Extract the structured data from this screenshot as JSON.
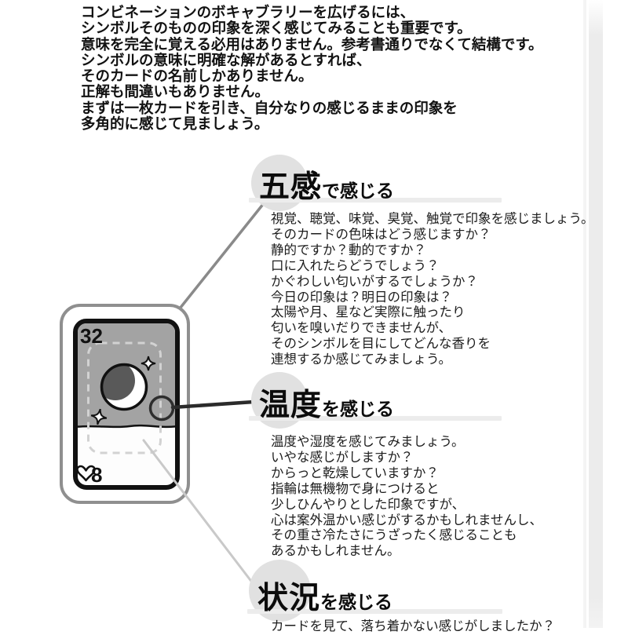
{
  "intro": {
    "lines": [
      "コンビネーションのボキャブラリーを広げるには、",
      "シンボルそのものの印象を深く感じてみることも重要です。",
      "意味を完全に覚える必用はありません。参考書通りでなくて結構です。",
      "シンボルの意味に明確な解があるとすれば、",
      "そのカードの名前しかありません。",
      "正解も間違いもありません。",
      "まずは一枚カードを引き、自分なりの感じるままの印象を",
      "多角的に感じて見ましょう。"
    ]
  },
  "sections": [
    {
      "title_main": "五感",
      "title_suffix": "で感じる",
      "lines": [
        "視覚、聴覚、味覚、臭覚、触覚で印象を感じましょう。",
        "そのカードの色味はどう感じますか？",
        "静的ですか？動的ですか？",
        "口に入れたらどうでしょう？",
        "かぐわしい匂いがするでしょうか？",
        "今日の印象は？明日の印象は？",
        "太陽や月、星など実際に触ったり",
        "匂いを嗅いだりできませんが、",
        "そのシンボルを目にしてどんな香りを",
        "連想するか感じてみましょう。"
      ]
    },
    {
      "title_main": "温度",
      "title_suffix": "を感じる",
      "lines": [
        "温度や湿度を感じてみましょう。",
        "いやな感じがしますか？",
        "からっと乾燥していますか？",
        "指輪は無機物で身につけると",
        "少しひんやりとした印象ですが、",
        "心は案外温かい感じがするかもしれませんし、",
        "その重さ冷たさにうざったく感じることも",
        "あるかもしれません。"
      ]
    },
    {
      "title_main": "状況",
      "title_suffix": "を感じる",
      "lines": [
        "カードを見て、落ち着かない感じがしましたか？"
      ]
    }
  ],
  "card": {
    "number": "32",
    "suit_value": "8",
    "suit_icon": "heart-icon",
    "motif": "crescent-moon"
  },
  "colors": {
    "circle_bg": "#e1e1e1",
    "underline": "#ececec",
    "card_sky": "#a3a3a3",
    "moon_dark": "#595959",
    "leader_dark": "#2b2b2b",
    "leader_gray": "#8a8a8a",
    "leader_light": "#c9c9c9"
  }
}
